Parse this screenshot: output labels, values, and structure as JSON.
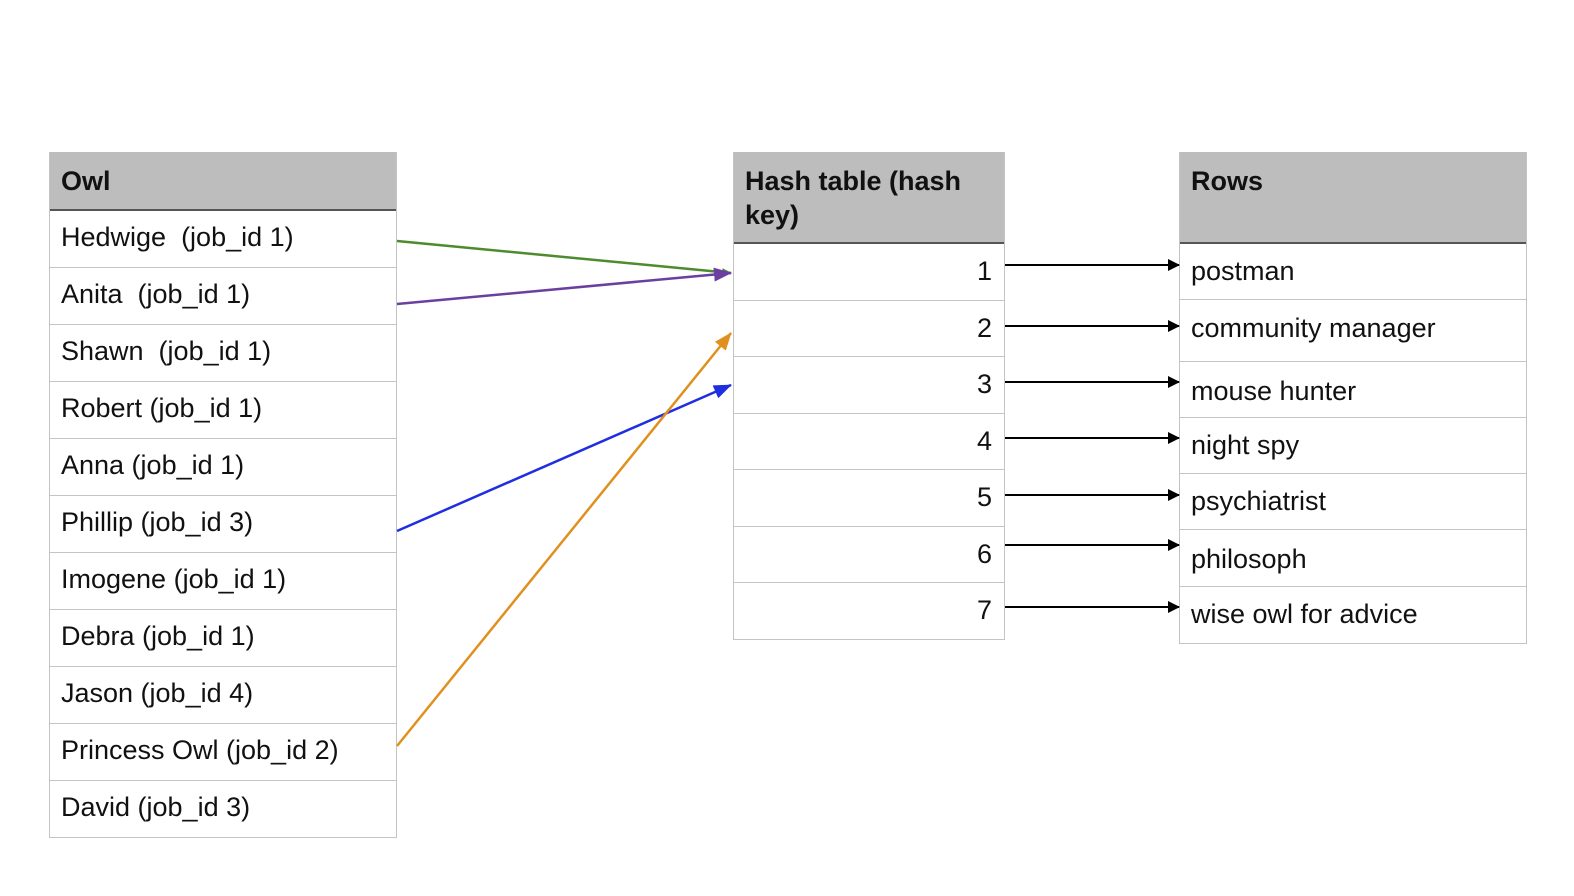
{
  "owl_table": {
    "header": "Owl",
    "rows": [
      "Hedwige  (job_id 1)",
      "Anita  (job_id 1)",
      "Shawn  (job_id 1)",
      "Robert (job_id 1)",
      "Anna (job_id 1)",
      "Phillip (job_id 3)",
      "Imogene (job_id 1)",
      "Debra (job_id 1)",
      "Jason (job_id 4)",
      "Princess Owl (job_id 2)",
      "David (job_id 3)"
    ]
  },
  "hash_table": {
    "header": "Hash table (hash key)",
    "keys": [
      "1",
      "2",
      "3",
      "4",
      "5",
      "6",
      "7"
    ]
  },
  "rows_table": {
    "header": "Rows",
    "rows": [
      "postman",
      "community manager",
      "mouse hunter",
      "night spy",
      "psychiatrist",
      "philosoph",
      "wise owl for advice"
    ]
  },
  "owl_links": [
    {
      "from_owl": "Hedwige  (job_id 1)",
      "to_key": "1",
      "color": "#4e8a2e"
    },
    {
      "from_owl": "Anita  (job_id 1)",
      "to_key": "1",
      "color": "#6b3fa0"
    },
    {
      "from_owl": "Phillip (job_id 3)",
      "to_key": "3",
      "color": "#1f2ee0"
    },
    {
      "from_owl": "Princess Owl (job_id 2)",
      "to_key": "2",
      "color": "#e0901f"
    }
  ],
  "key_links": [
    {
      "from_key": "1",
      "to_row": "postman",
      "color": "#000000"
    },
    {
      "from_key": "2",
      "to_row": "community manager",
      "color": "#000000"
    },
    {
      "from_key": "3",
      "to_row": "mouse hunter",
      "color": "#000000"
    },
    {
      "from_key": "4",
      "to_row": "night spy",
      "color": "#000000"
    },
    {
      "from_key": "5",
      "to_row": "psychiatrist",
      "color": "#000000"
    },
    {
      "from_key": "6",
      "to_row": "philosoph",
      "color": "#000000"
    },
    {
      "from_key": "7",
      "to_row": "wise owl for advice",
      "color": "#000000"
    }
  ]
}
